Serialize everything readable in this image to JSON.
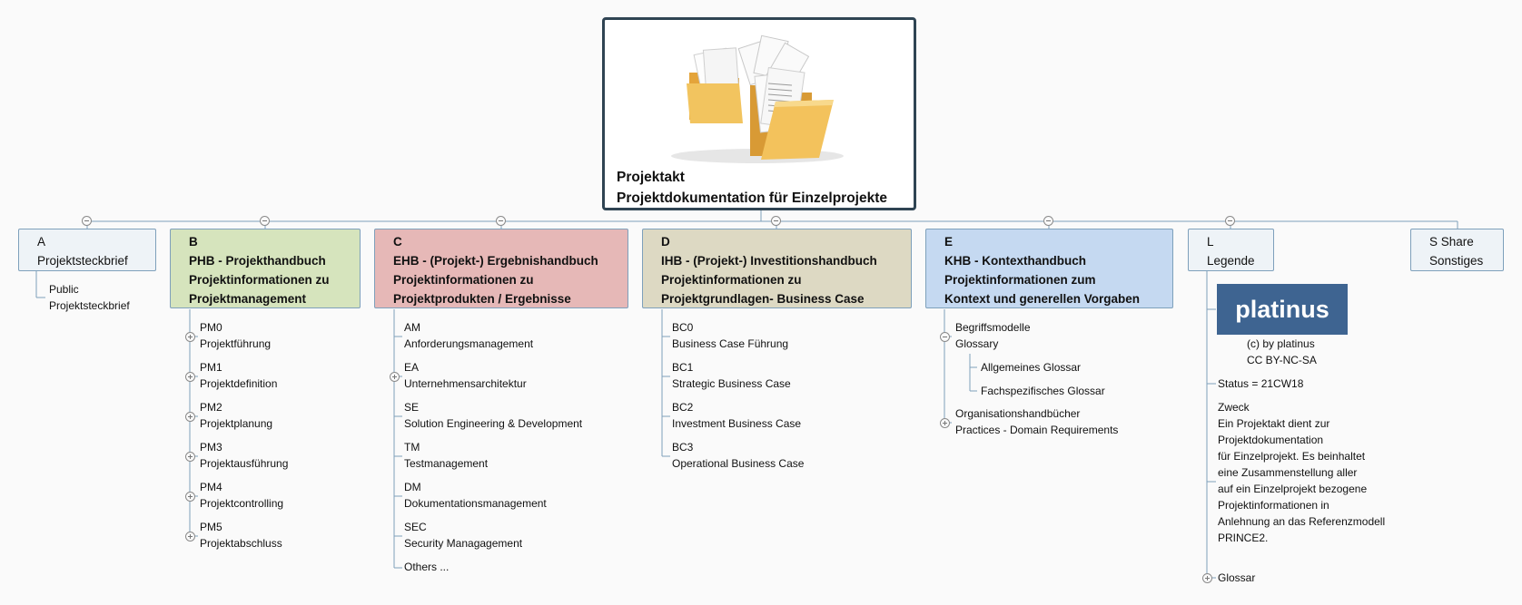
{
  "root": {
    "line1": "Projektakt",
    "line2": "Projektdokumentation für Einzelprojekte",
    "image": "folders-with-documents-image"
  },
  "branches": {
    "a": {
      "line1": "A",
      "line2": "Projektsteckbrief",
      "children": [
        {
          "l1": "Public",
          "l2": "Projektsteckbrief"
        }
      ]
    },
    "b": {
      "line1": "B",
      "line2": "PHB - Projekthandbuch",
      "line3": "Projektinformationen zu",
      "line4": "Projektmanagement",
      "children": [
        {
          "l1": "PM0",
          "l2": "Projektführung"
        },
        {
          "l1": "PM1",
          "l2": "Projektdefinition"
        },
        {
          "l1": "PM2",
          "l2": "Projektplanung"
        },
        {
          "l1": "PM3",
          "l2": "Projektausführung"
        },
        {
          "l1": "PM4",
          "l2": "Projektcontrolling"
        },
        {
          "l1": "PM5",
          "l2": "Projektabschluss"
        }
      ]
    },
    "c": {
      "line1": "C",
      "line2": "EHB - (Projekt-) Ergebnishandbuch",
      "line3": "Projektinformationen zu",
      "line4": "Projektprodukten / Ergebnisse",
      "children": [
        {
          "l1": "AM",
          "l2": "Anforderungsmanagement"
        },
        {
          "l1": "EA",
          "l2": "Unternehmensarchitektur"
        },
        {
          "l1": "SE",
          "l2": "Solution Engineering & Development"
        },
        {
          "l1": "TM",
          "l2": "Testmanagement"
        },
        {
          "l1": "DM",
          "l2": "Dokumentationsmanagement"
        },
        {
          "l1": "SEC",
          "l2": "Security Managagement"
        },
        {
          "l1": "Others ..."
        }
      ]
    },
    "d": {
      "line1": "D",
      "line2": "IHB - (Projekt-) Investitionshandbuch",
      "line3": "Projektinformationen zu",
      "line4": "Projektgrundlagen- Business Case",
      "children": [
        {
          "l1": "BC0",
          "l2": "Business Case Führung"
        },
        {
          "l1": "BC1",
          "l2": "Strategic Business Case"
        },
        {
          "l1": "BC2",
          "l2": "Investment Business Case"
        },
        {
          "l1": "BC3",
          "l2": "Operational Business Case"
        }
      ]
    },
    "e": {
      "line1": "E",
      "line2": "KHB - Kontexthandbuch",
      "line3": "Projektinformationen zum",
      "line4": "Kontext und generellen Vorgaben",
      "children": [
        {
          "l1": "Begriffsmodelle",
          "l2": "Glossary",
          "children": [
            {
              "l1": "Allgemeines Glossar"
            },
            {
              "l1": "Fachspezifisches Glossar"
            }
          ]
        },
        {
          "l1": "Organisationshandbücher",
          "l2": "Practices - Domain Requirements"
        }
      ]
    },
    "l": {
      "line1": "L",
      "line2": "Legende",
      "logo": "platinus",
      "copyright1": "(c) by platinus",
      "copyright2": "CC BY-NC-SA",
      "status": "Status = 21CW18",
      "purpose": [
        "Zweck",
        "Ein Projektakt dient zur",
        "Projektdokumentation",
        "für Einzelprojekt. Es beinhaltet",
        "eine Zusammenstellung aller",
        "auf ein Einzelprojekt bezogene",
        "Projektinformationen in",
        "Anlehnung an das Referenzmodell",
        "PRINCE2."
      ],
      "glossar": "Glossar"
    },
    "s": {
      "line1": "S Share",
      "line2": "Sonstiges"
    }
  },
  "colors": {
    "root_border": "#2f4453",
    "a_fill": "#eef3f7",
    "b_fill": "#d6e4bd",
    "c_fill": "#e6b8b7",
    "d_fill": "#ddd9c3",
    "e_fill": "#c5d9f1",
    "l_fill": "#eef3f7",
    "s_fill": "#eef3f7",
    "logo_fill": "#3e6491",
    "connector": "#7ea0bb"
  }
}
